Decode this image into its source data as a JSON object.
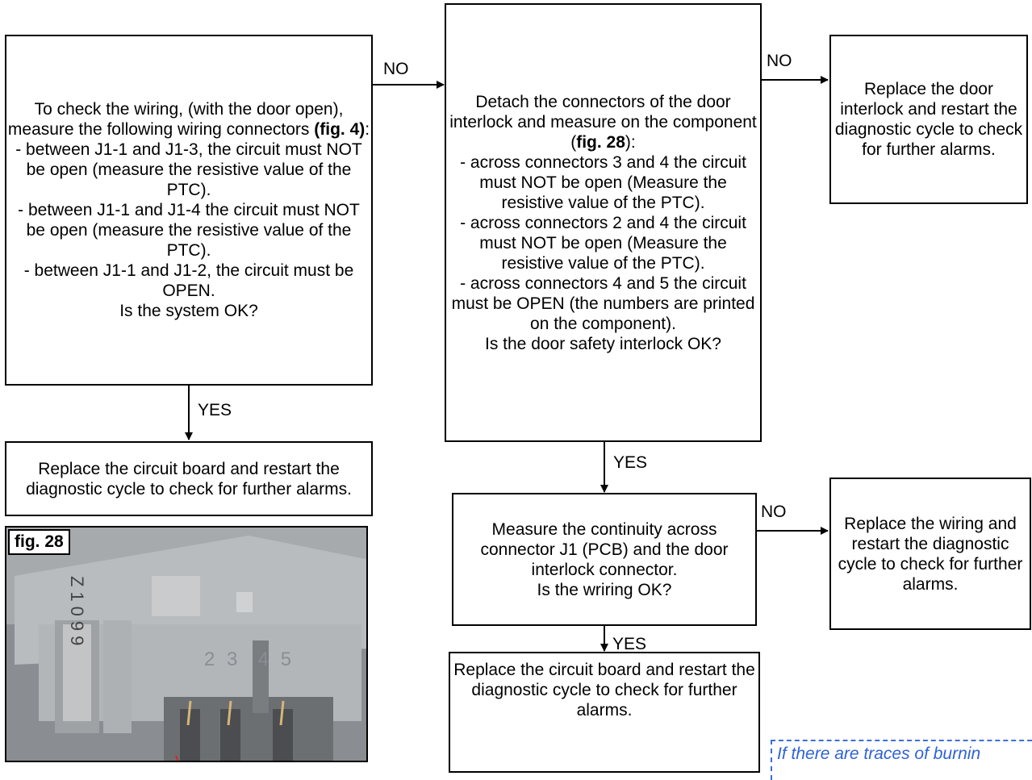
{
  "boxes": {
    "check_wiring": {
      "pre": "To check the wiring, (with the door open), measure the following wiring connectors ",
      "bold": "(fig. 4)",
      "post": ":\n- between J1-1 and J1-3, the circuit must NOT be open (measure the resistive value of the PTC).\n- between J1-1 and J1-4 the circuit must NOT be open (measure the resistive value of the PTC).\n- between J1-1 and J1-2, the circuit must be OPEN.\nIs the system OK?"
    },
    "detach_connectors": {
      "pre": "Detach the connectors of the door interlock and measure on the component (",
      "bold": "fig. 28",
      "post": "):\n- across connectors 3 and 4 the circuit must NOT be open (Measure the resistive value of the PTC).\n- across connectors 2 and 4 the circuit must NOT be open (Measure the resistive value of the PTC).\n- across connectors 4 and 5 the circuit must be OPEN (the numbers are printed on the component).\nIs the door safety interlock OK?"
    },
    "replace_interlock": "Replace the door interlock and restart the diagnostic cycle to check for further alarms.",
    "replace_board_left": "Replace the circuit board and restart the diagnostic cycle to check for further alarms.",
    "measure_continuity": "Measure the continuity across connector J1 (PCB) and the door interlock connector.\nIs the wriring OK?",
    "replace_wiring": "Replace the wiring and restart the diagnostic cycle to check for further alarms.",
    "replace_board_bottom": "Replace the circuit board and restart the diagnostic cycle to check for further alarms."
  },
  "labels": {
    "no_1": "NO",
    "no_2": "NO",
    "no_3": "NO",
    "yes_1": "YES",
    "yes_2": "YES",
    "yes_3": "YES"
  },
  "photo": {
    "tag": "fig. 28",
    "stamp": "Z1099",
    "numbers": "2 3  4 5"
  },
  "note": "If there are traces of burnin",
  "colors": {
    "line": "#000000",
    "note": "#2f62d6",
    "photo_bg": "#8a8d91",
    "photo_part": "#b9bcbf"
  }
}
